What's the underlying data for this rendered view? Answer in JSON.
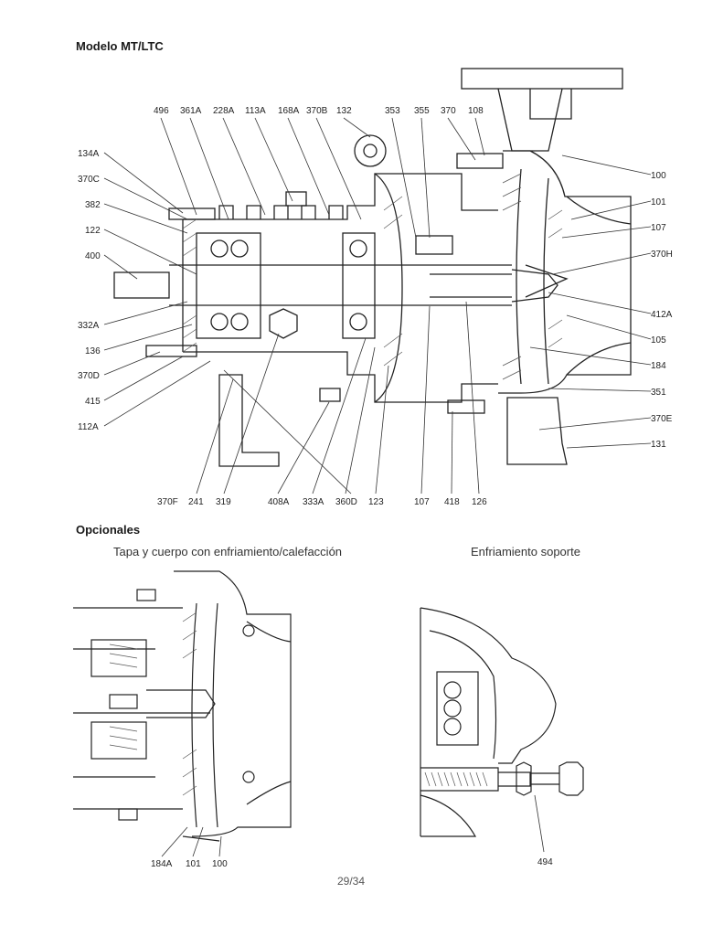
{
  "page": {
    "title": "Modelo MT/LTC",
    "optional_heading": "Opcionales",
    "footer": "29/34"
  },
  "main_drawing": {
    "top_labels": [
      "496",
      "361A",
      "228A",
      "113A",
      "168A",
      "370B",
      "132",
      "353",
      "355",
      "370",
      "108"
    ],
    "left_labels": [
      "134A",
      "370C",
      "382",
      "122",
      "400",
      "332A",
      "136",
      "370D",
      "415",
      "112A"
    ],
    "right_labels": [
      "100",
      "101",
      "107",
      "370H",
      "412A",
      "105",
      "184",
      "351",
      "370E",
      "131"
    ],
    "bottom_labels": [
      "370F",
      "241",
      "319",
      "408A",
      "333A",
      "360D",
      "123",
      "107",
      "418",
      "126"
    ]
  },
  "optionals": {
    "left": {
      "caption": "Tapa y cuerpo con enfriamiento/calefacción",
      "labels": [
        "184A",
        "101",
        "100"
      ]
    },
    "right": {
      "caption": "Enfriamiento soporte",
      "labels": [
        "494"
      ]
    }
  }
}
